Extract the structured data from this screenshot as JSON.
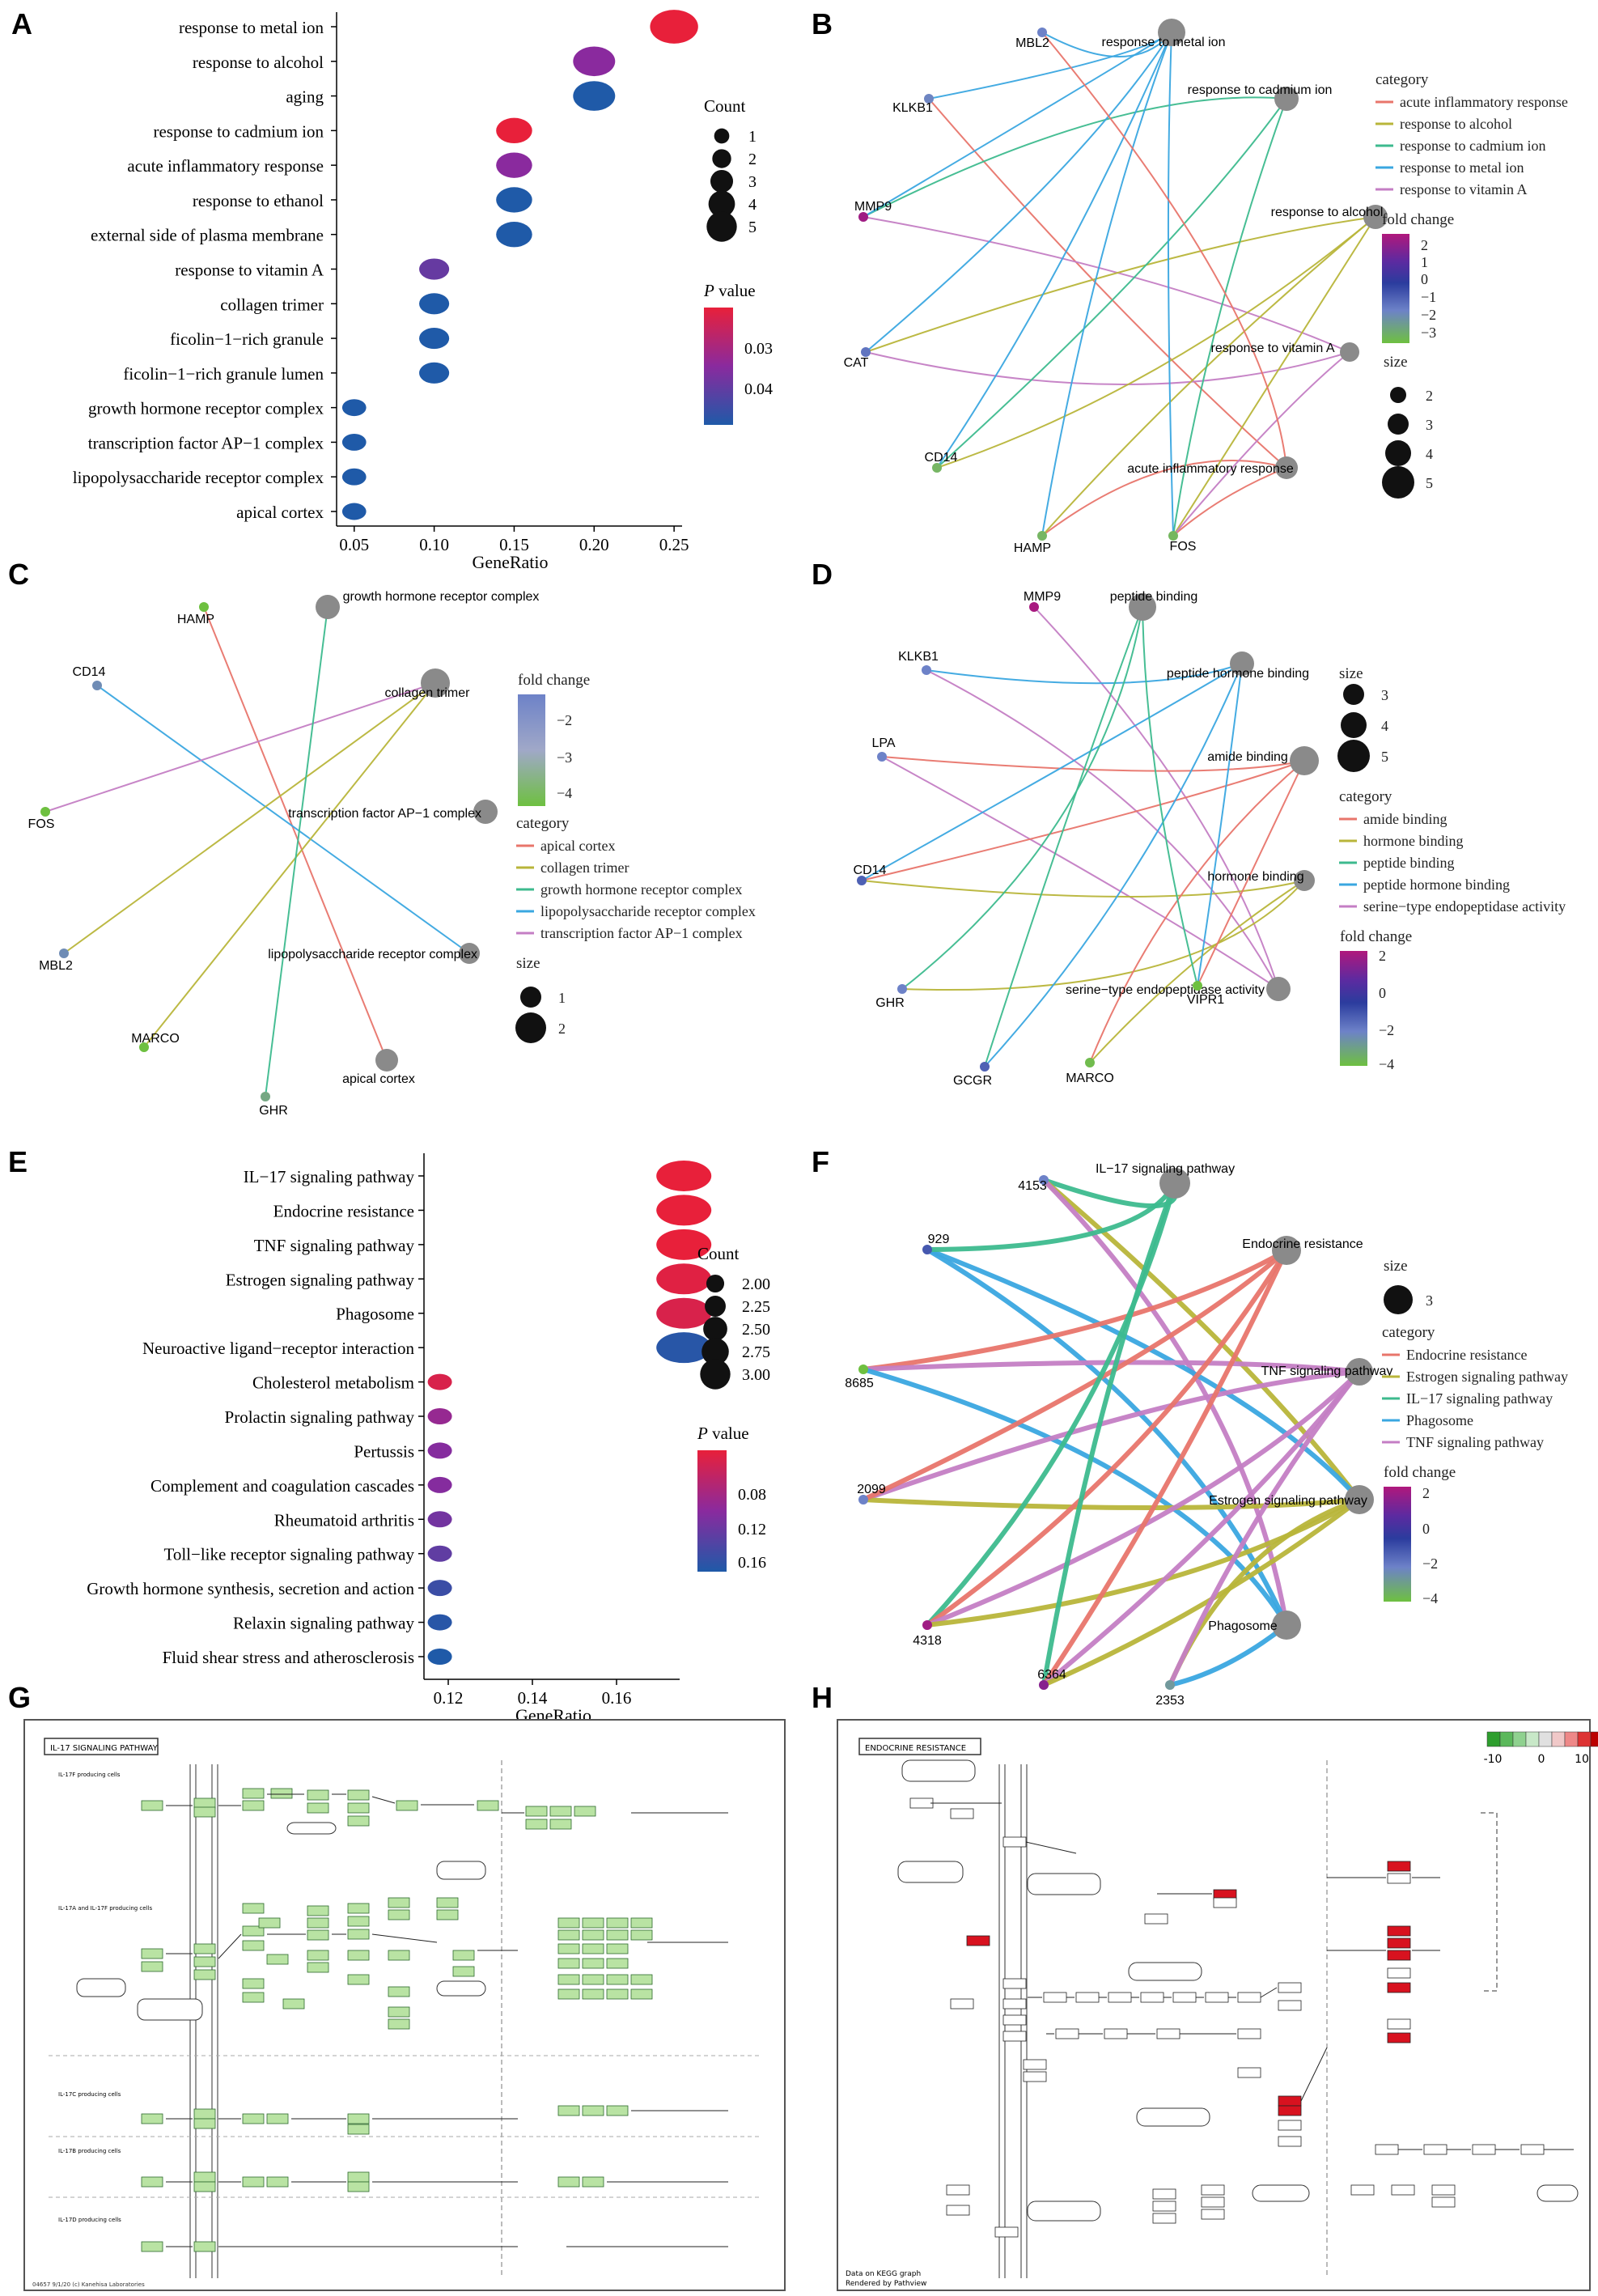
{
  "panel_labels": [
    "A",
    "B",
    "C",
    "D",
    "E",
    "F",
    "G",
    "H"
  ],
  "chart_data": [
    {
      "panel": "A",
      "type": "scatter",
      "xlabel": "GeneRatio",
      "xticks": [
        0.05,
        0.1,
        0.15,
        0.2,
        0.25
      ],
      "xlim": [
        0.04,
        0.255
      ],
      "categories": [
        "response to metal ion",
        "response to alcohol",
        "aging",
        "response to cadmium ion",
        "acute inflammatory response",
        "response to ethanol",
        "external side of plasma membrane",
        "response to vitamin A",
        "collagen trimer",
        "ficolin−1−rich granule",
        "ficolin−1−rich granule lumen",
        "growth hormone receptor complex",
        "transcription factor AP−1 complex",
        "lipopolysaccharide receptor complex",
        "apical cortex"
      ],
      "gene_ratio": [
        0.25,
        0.2,
        0.2,
        0.15,
        0.15,
        0.15,
        0.15,
        0.1,
        0.1,
        0.1,
        0.1,
        0.05,
        0.05,
        0.05,
        0.05
      ],
      "count": [
        5,
        4,
        4,
        3,
        3,
        3,
        3,
        2,
        2,
        2,
        2,
        1,
        1,
        1,
        1
      ],
      "p_value": [
        0.024,
        0.036,
        0.048,
        0.024,
        0.036,
        0.048,
        0.048,
        0.04,
        0.048,
        0.048,
        0.048,
        0.048,
        0.048,
        0.048,
        0.048
      ],
      "legend_size_title": "Count",
      "legend_size_values": [
        "1",
        "2",
        "3",
        "4",
        "5"
      ],
      "legend_color_title": "P",
      "legend_color_title_suffix": " value",
      "legend_color_ticks": [
        "0.03",
        "0.04"
      ]
    },
    {
      "panel": "B",
      "type": "network",
      "genes": [
        "MBL2",
        "KLKB1",
        "MMP9",
        "CAT",
        "CD14",
        "HAMP",
        "FOS"
      ],
      "terms": [
        "response to metal ion",
        "response to cadmium ion",
        "response to alcohol",
        "response to vitamin A",
        "acute inflammatory response"
      ],
      "legend_category_title": "category",
      "categories": [
        "acute inflammatory response",
        "response to alcohol",
        "response to cadmium ion",
        "response to metal ion",
        "response to vitamin A"
      ],
      "category_colors": [
        "#e8756b",
        "#b8b53a",
        "#3dba8e",
        "#3aa7e0",
        "#c47ec4"
      ],
      "fold_change_title": "fold change",
      "fold_change_ticks": [
        "2",
        "1",
        "0",
        "−1",
        "−2",
        "−3"
      ],
      "size_title": "size",
      "size_values": [
        "2",
        "3",
        "4",
        "5"
      ]
    },
    {
      "panel": "C",
      "type": "network",
      "genes": [
        "HAMP",
        "CD14",
        "FOS",
        "MBL2",
        "MARCO",
        "GHR"
      ],
      "terms": [
        "growth hormone receptor complex",
        "collagen trimer",
        "transcription factor AP−1 complex",
        "lipopolysaccharide receptor complex",
        "apical cortex"
      ],
      "fold_change_title": "fold change",
      "fold_change_ticks": [
        "−2",
        "−3",
        "−4"
      ],
      "legend_category_title": "category",
      "categories": [
        "apical cortex",
        "collagen trimer",
        "growth hormone receptor complex",
        "lipopolysaccharide receptor complex",
        "transcription factor AP−1 complex"
      ],
      "category_colors": [
        "#e8756b",
        "#b8b53a",
        "#3dba8e",
        "#3aa7e0",
        "#c47ec4"
      ],
      "size_title": "size",
      "size_values": [
        "1",
        "2"
      ]
    },
    {
      "panel": "D",
      "type": "network",
      "genes": [
        "MMP9",
        "KLKB1",
        "LPA",
        "CD14",
        "GHR",
        "GCGR",
        "MARCO",
        "VIPR1"
      ],
      "terms": [
        "peptide binding",
        "peptide hormone binding",
        "amide binding",
        "hormone binding",
        "serine−type endopeptidase activity"
      ],
      "size_title": "size",
      "size_values": [
        "3",
        "4",
        "5"
      ],
      "legend_category_title": "category",
      "categories": [
        "amide binding",
        "hormone binding",
        "peptide binding",
        "peptide hormone binding",
        "serine−type endopeptidase activity"
      ],
      "category_colors": [
        "#e8756b",
        "#b8b53a",
        "#3dba8e",
        "#3aa7e0",
        "#c47ec4"
      ],
      "fold_change_title": "fold change",
      "fold_change_ticks": [
        "2",
        "0",
        "−2",
        "−4"
      ]
    },
    {
      "panel": "E",
      "type": "scatter",
      "xlabel": "GeneRatio",
      "xticks": [
        0.12,
        0.14,
        0.16
      ],
      "xlim": [
        0.115,
        0.175
      ],
      "categories": [
        "IL−17 signaling pathway",
        "Endocrine resistance",
        "TNF signaling pathway",
        "Estrogen signaling pathway",
        "Phagosome",
        "Neuroactive ligand−receptor interaction",
        "Cholesterol metabolism",
        "Prolactin signaling pathway",
        "Pertussis",
        "Complement and coagulation cascades",
        "Rheumatoid arthritis",
        "Toll−like receptor signaling pathway",
        "Growth hormone synthesis, secretion and action",
        "Relaxin signaling pathway",
        "Fluid shear stress and atherosclerosis"
      ],
      "gene_ratio": [
        0.176,
        0.176,
        0.176,
        0.176,
        0.176,
        0.176,
        0.118,
        0.118,
        0.118,
        0.118,
        0.118,
        0.118,
        0.118,
        0.118,
        0.118
      ],
      "count": [
        3,
        3,
        3,
        3,
        3,
        3,
        2,
        2,
        2,
        2,
        2,
        2,
        2,
        2,
        2
      ],
      "p_value": [
        0.06,
        0.06,
        0.06,
        0.065,
        0.07,
        0.17,
        0.07,
        0.11,
        0.12,
        0.12,
        0.13,
        0.14,
        0.16,
        0.17,
        0.175
      ],
      "legend_size_title": "Count",
      "legend_size_values": [
        "2.00",
        "2.25",
        "2.50",
        "2.75",
        "3.00"
      ],
      "legend_color_title": "P",
      "legend_color_title_suffix": " value",
      "legend_color_ticks": [
        "0.08",
        "0.12",
        "0.16"
      ]
    },
    {
      "panel": "F",
      "type": "network",
      "genes": [
        "4153",
        "929",
        "8685",
        "2099",
        "4318",
        "6364",
        "2353"
      ],
      "terms": [
        "IL−17 signaling pathway",
        "Endocrine resistance",
        "TNF signaling pathway",
        "Estrogen signaling pathway",
        "Phagosome"
      ],
      "size_title": "size",
      "size_values": [
        "3"
      ],
      "legend_category_title": "category",
      "categories": [
        "Endocrine resistance",
        "Estrogen signaling pathway",
        "IL−17 signaling pathway",
        "Phagosome",
        "TNF signaling pathway"
      ],
      "category_colors": [
        "#e8756b",
        "#b8b53a",
        "#3dba8e",
        "#3aa7e0",
        "#c47ec4"
      ],
      "fold_change_title": "fold change",
      "fold_change_ticks": [
        "2",
        "0",
        "−2",
        "−4"
      ]
    }
  ],
  "panel_g": {
    "title": "IL-17 SIGNALING PATHWAY",
    "rows": [
      "IL-17F producing cells",
      "IL-17A and IL-17F producing cells",
      "IL-17C producing cells",
      "IL-17B producing cells",
      "IL-17D producing cells"
    ],
    "footer": "04657 9/1/20 (c) Kanehisa Laboratories"
  },
  "panel_h": {
    "title": "ENDOCRINE RESISTANCE",
    "scale_ticks": [
      "-10",
      "0",
      "10"
    ],
    "footer_1": "Data on KEGG graph",
    "footer_2": "Rendered by Pathview"
  }
}
